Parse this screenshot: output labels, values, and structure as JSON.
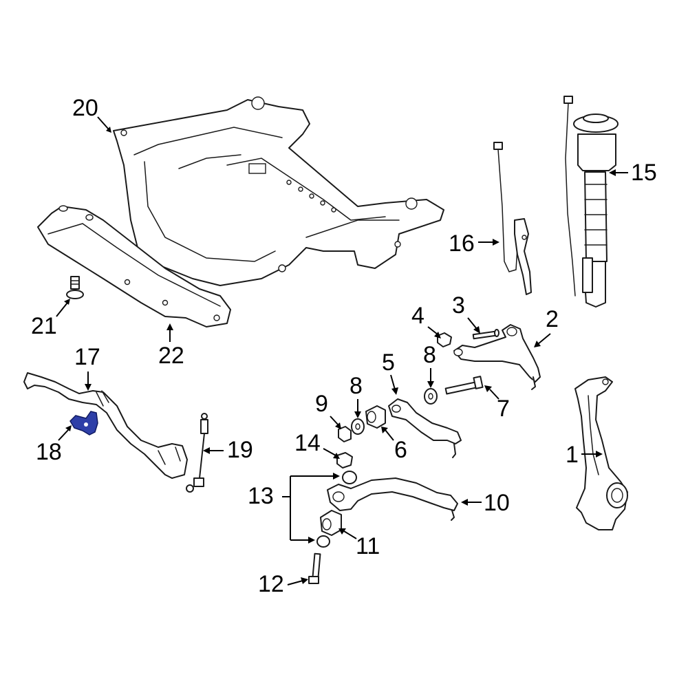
{
  "colors": {
    "line": "#1a1a1a",
    "highlight": "#2e3fa8",
    "background": "#ffffff"
  },
  "callouts": [
    {
      "num": "1",
      "part": "steering-knuckle"
    },
    {
      "num": "2",
      "part": "upper-control-arm"
    },
    {
      "num": "3",
      "part": "upper-arm-bolt"
    },
    {
      "num": "4",
      "part": "upper-arm-nut"
    },
    {
      "num": "5",
      "part": "lower-rear-arm"
    },
    {
      "num": "6",
      "part": "rear-arm-bushing"
    },
    {
      "num": "7",
      "part": "rear-arm-bolt"
    },
    {
      "num": "8",
      "part": "washer"
    },
    {
      "num": "8",
      "part": "washer"
    },
    {
      "num": "9",
      "part": "rear-arm-nut"
    },
    {
      "num": "10",
      "part": "lower-front-arm"
    },
    {
      "num": "11",
      "part": "front-arm-bushing"
    },
    {
      "num": "12",
      "part": "front-arm-bolt"
    },
    {
      "num": "13",
      "part": "front-arm-washers"
    },
    {
      "num": "14",
      "part": "front-arm-nut"
    },
    {
      "num": "15",
      "part": "air-strut"
    },
    {
      "num": "16",
      "part": "sensor-wire"
    },
    {
      "num": "17",
      "part": "stabilizer-bar"
    },
    {
      "num": "18",
      "part": "stabilizer-bracket"
    },
    {
      "num": "19",
      "part": "stabilizer-link"
    },
    {
      "num": "20",
      "part": "engine-cradle"
    },
    {
      "num": "21",
      "part": "cradle-bolt"
    },
    {
      "num": "22",
      "part": "cross-member"
    }
  ]
}
